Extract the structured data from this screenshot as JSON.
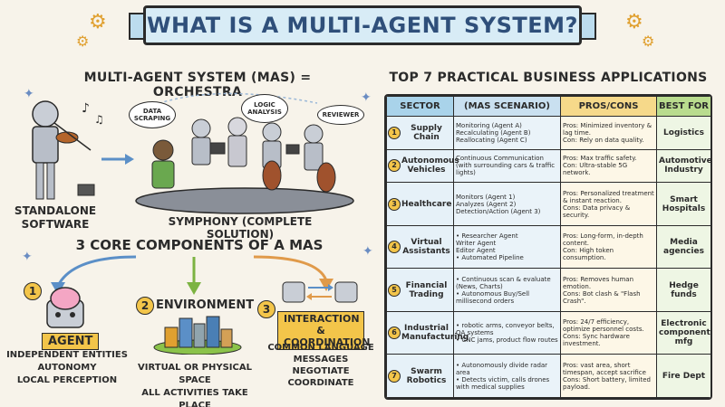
{
  "title": "WHAT IS A MULTI-AGENT SYSTEM?",
  "left": {
    "heading": "MULTI-AGENT SYSTEM (MAS) = ORCHESTRA",
    "standalone_label": "STANDALONE SOFTWARE",
    "symphony_label": "SYMPHONY (COMPLETE SOLUTION)",
    "bubbles": [
      "DATA SCRAPING",
      "LOGIC ANALYSIS",
      "REVIEWER"
    ],
    "core_heading": "3 CORE COMPONENTS OF A MAS",
    "components": [
      {
        "num": "1",
        "title": "AGENT",
        "desc": [
          "INDEPENDENT ENTITIES",
          "AUTONOMY",
          "LOCAL PERCEPTION"
        ]
      },
      {
        "num": "2",
        "title": "ENVIRONMENT",
        "desc": [
          "VIRTUAL OR PHYSICAL SPACE",
          "ALL ACTIVITIES TAKE PLACE"
        ]
      },
      {
        "num": "3",
        "title": "INTERACTION & COORDINATION",
        "desc": [
          "COMMON LANGUAGE",
          "MESSAGES",
          "NEGOTIATE",
          "COORDINATE"
        ]
      }
    ]
  },
  "right": {
    "heading": "TOP 7 PRACTICAL BUSINESS APPLICATIONS",
    "headers": [
      "SECTOR",
      "(MAS SCENARIO)",
      "PROS/CONS",
      "BEST FOR"
    ],
    "header_colors": [
      "#a9d3ea",
      "#c9e0f0",
      "#f6d98a",
      "#b9dc8e"
    ],
    "rows": [
      {
        "num": "1",
        "sector": "Supply Chain",
        "scenario": [
          "Monitoring (Agent A)",
          "Recalculating (Agent B)",
          "Reallocating (Agent C)"
        ],
        "pros": [
          "Pros: Minimized inventory & lag time.",
          "Con: Rely on data quality."
        ],
        "best": "Logistics"
      },
      {
        "num": "2",
        "sector": "Autonomous Vehicles",
        "scenario": [
          "Continuous Communication (with surrounding cars & traffic lights)"
        ],
        "pros": [
          "Pros: Max traffic safety.",
          "Con: Ultra-stable 5G network."
        ],
        "best": "Automotive Industry"
      },
      {
        "num": "3",
        "sector": "Healthcare",
        "scenario": [
          "Monitors (Agent 1)",
          "Analyzes (Agent 2)",
          "Detection/Action (Agent 3)"
        ],
        "pros": [
          "Pros: Personalized treatment & instant reaction.",
          "Cons: Data privacy & security."
        ],
        "best": "Smart Hospitals"
      },
      {
        "num": "4",
        "sector": "Virtual Assistants",
        "scenario": [
          "• Researcher Agent",
          "Writer Agent",
          "Editor Agent",
          "• Automated Pipeline"
        ],
        "pros": [
          "Pros: Long-form, in-depth content.",
          "Con: High token consumption."
        ],
        "best": "Media agencies"
      },
      {
        "num": "5",
        "sector": "Financial Trading",
        "scenario": [
          "• Continuous scan & evaluate (News, Charts)",
          "• Autonomous Buy/Sell millisecond orders"
        ],
        "pros": [
          "Pros: Removes human emotion.",
          "Cons: Bot clash & \"Flash Crash\"."
        ],
        "best": "Hedge funds"
      },
      {
        "num": "6",
        "sector": "Industrial Manufacturing",
        "scenario": [
          "• robotic arms, conveyor belts, QA systems",
          "• CNC jams, product flow routes"
        ],
        "pros": [
          "Pros: 24/7 efficiency, optimize personnel costs.",
          "Cons: Sync hardware investment."
        ],
        "best": "Electronic component mfg"
      },
      {
        "num": "7",
        "sector": "Swarm Robotics",
        "scenario": [
          "• Autonomously divide radar area",
          "• Detects victim, calls drones with medical supplies"
        ],
        "pros": [
          "Pros: vast area, short timespan, accept sacrifice",
          "Cons: Short battery, limited payload."
        ],
        "best": "Fire Dept"
      }
    ]
  },
  "colors": {
    "accent": "#f3c54a",
    "banner": "#d8ecf6",
    "arrow_blue": "#5b8fc7",
    "arrow_green": "#7cb342",
    "arrow_orange": "#e09a4a"
  }
}
